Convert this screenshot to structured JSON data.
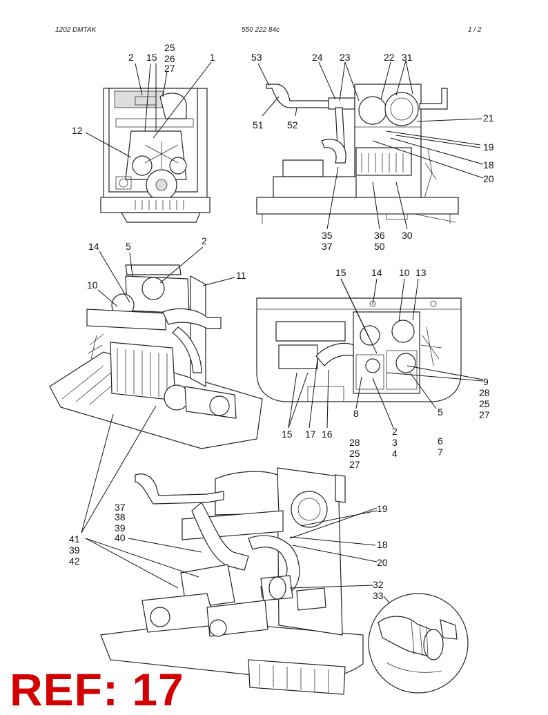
{
  "header": {
    "left": "1202   DMTAK",
    "center": "550 222 84c",
    "right": "1 /   2"
  },
  "ref_label": "REF: 17",
  "callouts": {
    "v1": [
      {
        "id": "c2",
        "text": "2"
      },
      {
        "id": "c15",
        "text": "15"
      },
      {
        "id": "c25",
        "text": "25"
      },
      {
        "id": "c26",
        "text": "26"
      },
      {
        "id": "c27",
        "text": "27"
      },
      {
        "id": "c1",
        "text": "1"
      },
      {
        "id": "c12",
        "text": "12"
      }
    ],
    "v2": [
      {
        "id": "c53",
        "text": "53"
      },
      {
        "id": "c24",
        "text": "24"
      },
      {
        "id": "c23",
        "text": "23"
      },
      {
        "id": "c22",
        "text": "22"
      },
      {
        "id": "c31",
        "text": "31"
      },
      {
        "id": "c21",
        "text": "21"
      },
      {
        "id": "c51",
        "text": "51"
      },
      {
        "id": "c52",
        "text": "52"
      },
      {
        "id": "c19",
        "text": "19"
      },
      {
        "id": "c18",
        "text": "18"
      },
      {
        "id": "c20",
        "text": "20"
      },
      {
        "id": "c35",
        "text": "35"
      },
      {
        "id": "c37",
        "text": "37"
      },
      {
        "id": "c36",
        "text": "36"
      },
      {
        "id": "c50",
        "text": "50"
      },
      {
        "id": "c30",
        "text": "30"
      }
    ],
    "v3": [
      {
        "id": "c14",
        "text": "14"
      },
      {
        "id": "c5",
        "text": "5"
      },
      {
        "id": "c2",
        "text": "2"
      },
      {
        "id": "c10",
        "text": "10"
      },
      {
        "id": "c11",
        "text": "11"
      }
    ],
    "v4": [
      {
        "id": "c15a",
        "text": "15"
      },
      {
        "id": "c14",
        "text": "14"
      },
      {
        "id": "c10",
        "text": "10"
      },
      {
        "id": "c13",
        "text": "13"
      },
      {
        "id": "c9",
        "text": "9"
      },
      {
        "id": "c28",
        "text": "28"
      },
      {
        "id": "c25",
        "text": "25"
      },
      {
        "id": "c27",
        "text": "27"
      },
      {
        "id": "c15b",
        "text": "15"
      },
      {
        "id": "c17",
        "text": "17"
      },
      {
        "id": "c16",
        "text": "16"
      },
      {
        "id": "c8",
        "text": "8"
      },
      {
        "id": "c28b",
        "text": "28"
      },
      {
        "id": "c25b",
        "text": "25"
      },
      {
        "id": "c27b",
        "text": "27"
      },
      {
        "id": "c2",
        "text": "2"
      },
      {
        "id": "c3",
        "text": "3"
      },
      {
        "id": "c4",
        "text": "4"
      },
      {
        "id": "c5",
        "text": "5"
      },
      {
        "id": "c6",
        "text": "6"
      },
      {
        "id": "c7",
        "text": "7"
      }
    ],
    "v5": [
      {
        "id": "c37",
        "text": "37"
      },
      {
        "id": "c38",
        "text": "38"
      },
      {
        "id": "c39",
        "text": "39"
      },
      {
        "id": "c40",
        "text": "40"
      },
      {
        "id": "c41",
        "text": "41"
      },
      {
        "id": "c39b",
        "text": "39"
      },
      {
        "id": "c42",
        "text": "42"
      },
      {
        "id": "c19",
        "text": "19"
      },
      {
        "id": "c18",
        "text": "18"
      },
      {
        "id": "c20",
        "text": "20"
      },
      {
        "id": "c32",
        "text": "32"
      },
      {
        "id": "c33",
        "text": "33"
      }
    ]
  }
}
